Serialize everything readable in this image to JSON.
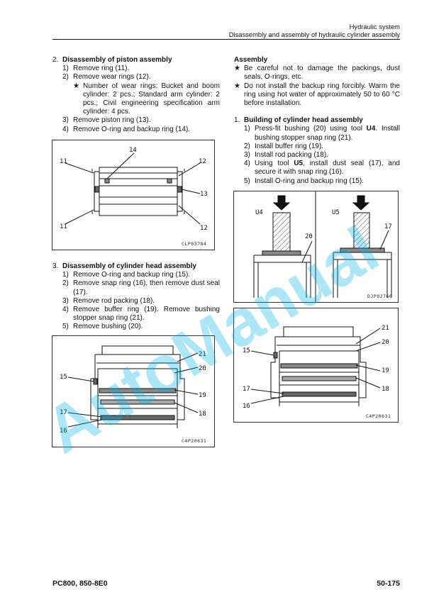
{
  "header": {
    "title": "Hydraulic system",
    "subtitle": "Disassembly and assembly of hydraulic cylinder assembly"
  },
  "left": {
    "s2": {
      "num": "2.",
      "title": "Disassembly of piston assembly",
      "items": [
        {
          "n": "1)",
          "t": "Remove ring (11)."
        },
        {
          "n": "2)",
          "t": "Remove wear rings (12)."
        },
        {
          "n": "3)",
          "t": "Remove piston ring (13)."
        },
        {
          "n": "4)",
          "t": "Remove O-ring and backup ring (14)."
        }
      ],
      "star": {
        "s": "★",
        "t": "Number of wear rings: Bucket and boom cylinder: 2 pcs.; Standard arm cylinder: 2 pcs.; Civil engineering specification arm cylinder: 4 pcs."
      }
    },
    "s3": {
      "num": "3.",
      "title": "Disassembly of cylinder head assembly",
      "items": [
        {
          "n": "1)",
          "t": "Remove O-ring and backup ring (15)."
        },
        {
          "n": "2)",
          "t": "Remove snap ring (16), then remove dust seal (17)."
        },
        {
          "n": "3)",
          "t": "Remove rod packing (18)."
        },
        {
          "n": "4)",
          "t": "Remove buffer ring (19). Remove bushing stopper snap ring (21)."
        },
        {
          "n": "5)",
          "t": "Remove bushing (20)."
        }
      ]
    }
  },
  "right": {
    "assembly": {
      "title": "Assembly",
      "stars": [
        {
          "s": "★",
          "t": "Be careful not to damage the packings, dust seals, O-rings, etc."
        },
        {
          "s": "★",
          "t": "Do not install the backup ring forcibly. Warm the ring using hot water of approximately 50 to 60 °C before installation."
        }
      ]
    },
    "s1": {
      "num": "1.",
      "title": "Building of cylinder head assembly",
      "items": [
        {
          "n": "1)",
          "pre": "Press-fit bushing (20) using tool ",
          "bold": "U4",
          "post": ". Install bushing stopper snap ring (21)."
        },
        {
          "n": "2)",
          "pre": "Install buffer ring (19).",
          "bold": "",
          "post": ""
        },
        {
          "n": "3)",
          "pre": "Install rod packing (18).",
          "bold": "",
          "post": ""
        },
        {
          "n": "4)",
          "pre": "Using tool ",
          "bold": "U5",
          "post": ", install dust seal (17), and secure it with snap ring (16)."
        },
        {
          "n": "5)",
          "pre": "Install O-ring and backup ring (15).",
          "bold": "",
          "post": ""
        }
      ]
    }
  },
  "figures": {
    "clp": {
      "id": "CLP03784",
      "labels": [
        "11",
        "14",
        "12",
        "13",
        "11",
        "12"
      ]
    },
    "c4p_left": {
      "id": "C4P20631",
      "labels": [
        "21",
        "20",
        "15",
        "19",
        "17",
        "18",
        "16"
      ]
    },
    "djp": {
      "id": "DJP02766",
      "labels": [
        "U4",
        "20",
        "U5",
        "17"
      ]
    },
    "c4p_right": {
      "id": "C4P20631",
      "labels": [
        "21",
        "20",
        "15",
        "19",
        "17",
        "18",
        "16"
      ]
    }
  },
  "footer": {
    "model": "PC800, 850-8E0",
    "page": "50-175"
  },
  "watermark": "AutoManual"
}
